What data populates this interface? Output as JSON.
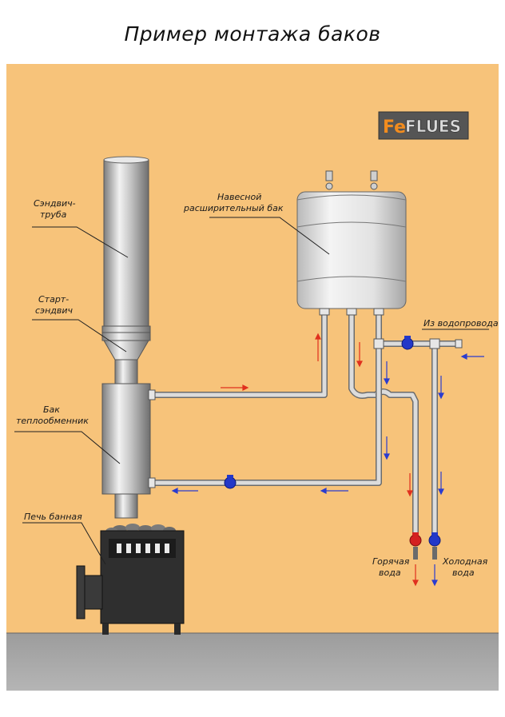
{
  "title": "Пример монтажа баков",
  "logo": {
    "fe": "Fe",
    "flues": "FLUES"
  },
  "labels": {
    "sandwich_pipe_1": "Сэндвич-",
    "sandwich_pipe_2": "труба",
    "start_sandwich_1": "Старт-",
    "start_sandwich_2": "сэндвич",
    "heat_exchanger_1": "Бак",
    "heat_exchanger_2": "теплообменник",
    "stove": "Печь банная",
    "expansion_tank_1": "Навесной",
    "expansion_tank_2": "расширительный бак",
    "water_supply": "Из водопровода",
    "hot_water_1": "Горячая",
    "hot_water_2": "вода",
    "cold_water_1": "Холодная",
    "cold_water_2": "вода"
  },
  "colors": {
    "wall": "#f7c37a",
    "floor": "#a9a9a9",
    "pipe": "#c9c9c9",
    "hot_arrow": "#e0301e",
    "cold_arrow": "#2b3ccf",
    "valve_blue": "#2338c8",
    "valve_red": "#d42020",
    "logo_orange": "#f28c1e",
    "logo_bg": "#5a5a5a"
  }
}
